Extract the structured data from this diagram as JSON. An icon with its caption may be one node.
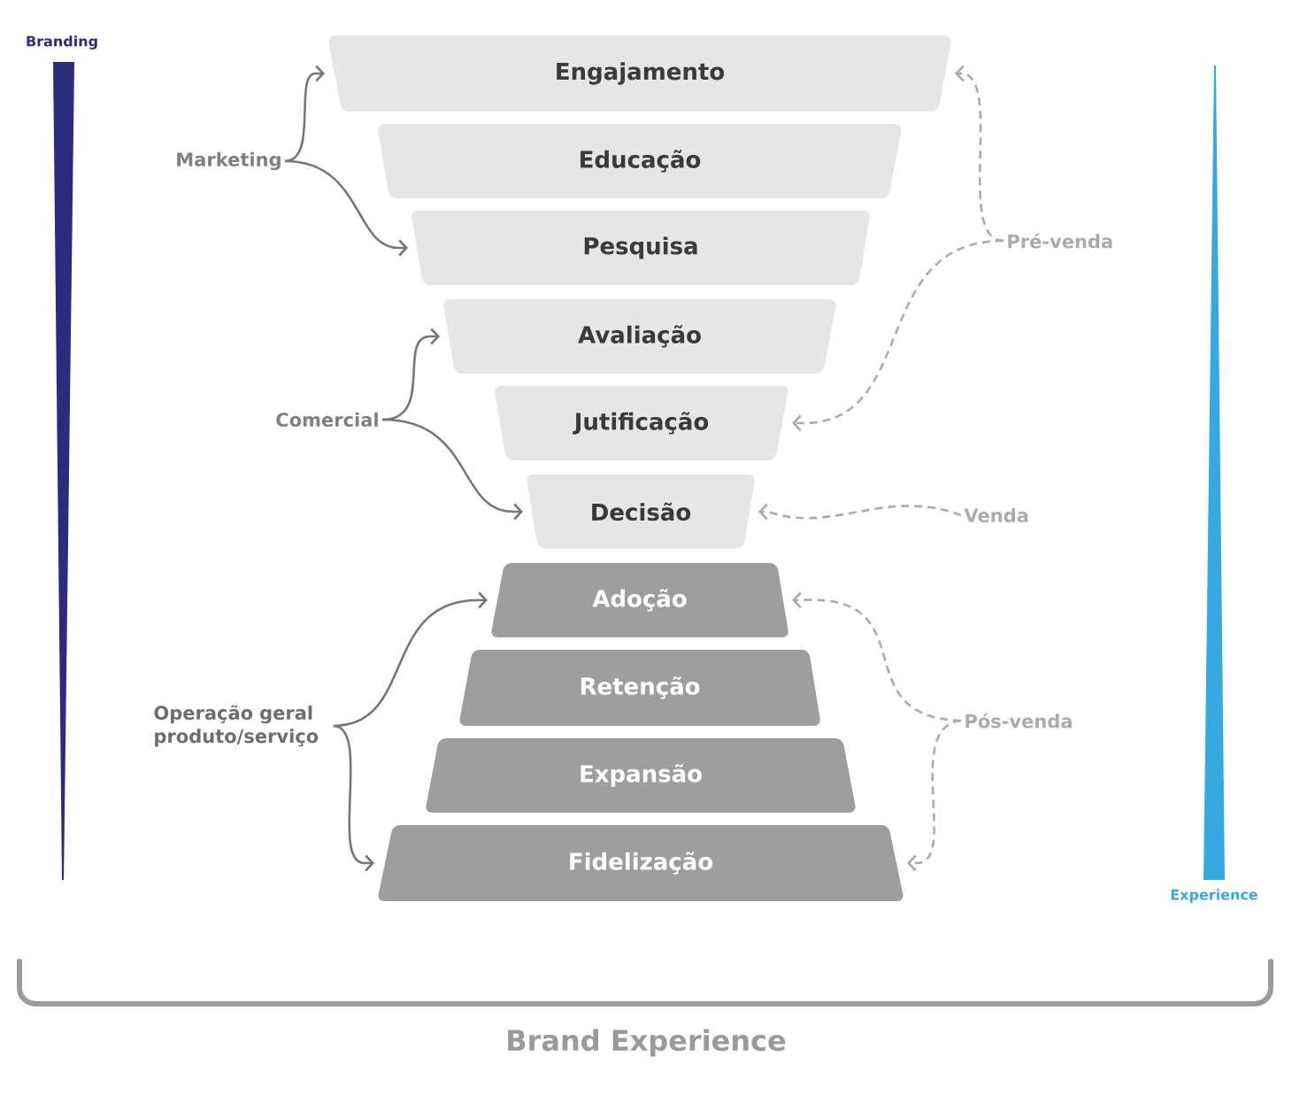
{
  "diagram": {
    "nodes": [
      {
        "text": [
          "Engajamento"
        ]
      },
      {
        "text": [
          "Educação"
        ]
      },
      {
        "text": [
          "Pesquisa"
        ]
      },
      {
        "text": [
          "Avaliação"
        ]
      },
      {
        "text": [
          "Jutificação"
        ]
      },
      {
        "text": [
          "Decisão"
        ]
      },
      {
        "text": [
          "Adoção"
        ]
      },
      {
        "text": [
          "Retenção"
        ]
      },
      {
        "text": [
          "Expansão"
        ]
      },
      {
        "text": [
          "Fidelização"
        ]
      },
      {
        "text": [
          "Marketing"
        ]
      },
      {
        "text": [
          "Comercial"
        ]
      },
      {
        "text": [
          "Operação geral produto/serviço"
        ]
      },
      {
        "text": [
          "Pré-venda"
        ]
      },
      {
        "text": [
          "Venda"
        ]
      },
      {
        "text": [
          "Pós-venda"
        ]
      }
    ],
    "edges": [
      {
        "from": 10,
        "to": 0,
        "arrow": "to"
      },
      {
        "from": 10,
        "to": 2,
        "arrow": "to"
      },
      {
        "from": 11,
        "to": 3,
        "arrow": "to"
      },
      {
        "from": 11,
        "to": 5,
        "arrow": "to"
      },
      {
        "from": 12,
        "to": 6,
        "arrow": "to"
      },
      {
        "from": 12,
        "to": 9,
        "arrow": "to"
      },
      {
        "from": 13,
        "to": 0,
        "arrow": "to",
        "style": "dashed",
        "color": "#ababab"
      },
      {
        "from": 13,
        "to": 4,
        "arrow": "to",
        "style": "dashed",
        "color": "#ababab"
      },
      {
        "from": 14,
        "to": 5,
        "arrow": "to",
        "style": "dashed",
        "color": "#ababab"
      },
      {
        "from": 15,
        "to": 6,
        "arrow": "to",
        "style": "dashed",
        "color": "#ababab"
      },
      {
        "from": 15,
        "to": 9,
        "arrow": "to",
        "style": "dashed",
        "color": "#ababab"
      }
    ],
    "labels": [
      "Branding",
      "Experience",
      "Brand Experience"
    ]
  }
}
